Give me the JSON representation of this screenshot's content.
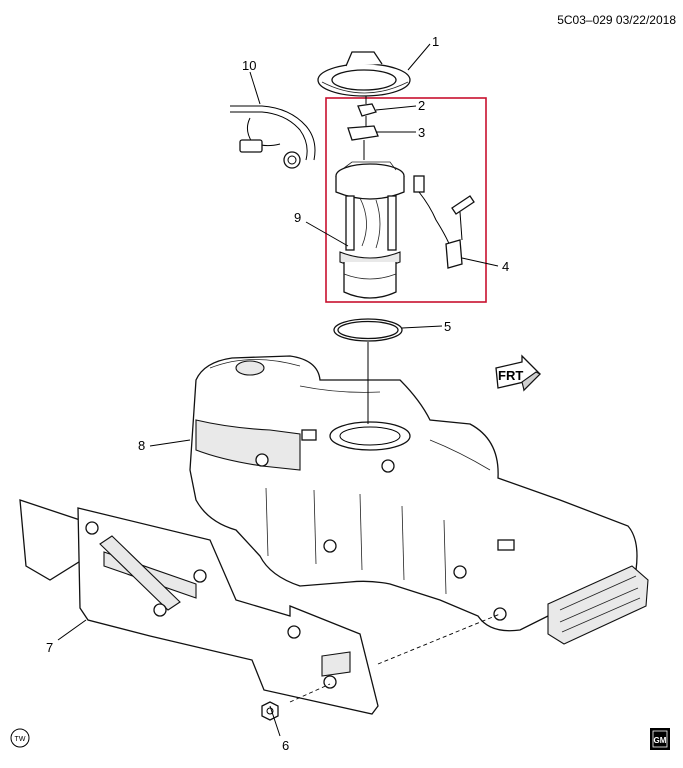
{
  "header": {
    "code": "5C03–029  03/22/2018"
  },
  "callouts": [
    {
      "id": "1",
      "label": "1"
    },
    {
      "id": "2",
      "label": "2"
    },
    {
      "id": "3",
      "label": "3"
    },
    {
      "id": "4",
      "label": "4"
    },
    {
      "id": "5",
      "label": "5"
    },
    {
      "id": "6",
      "label": "6"
    },
    {
      "id": "7",
      "label": "7"
    },
    {
      "id": "8",
      "label": "8"
    },
    {
      "id": "9",
      "label": "9"
    },
    {
      "id": "10",
      "label": "10"
    }
  ],
  "direction_arrow": {
    "label": "FRT"
  },
  "footer": {
    "left_badge": "TW",
    "right_logo": "GM"
  },
  "colors": {
    "line": "#000000",
    "highlight_box": "#c8102e",
    "fill": "#ffffff",
    "shade": "#e9e9e9"
  }
}
